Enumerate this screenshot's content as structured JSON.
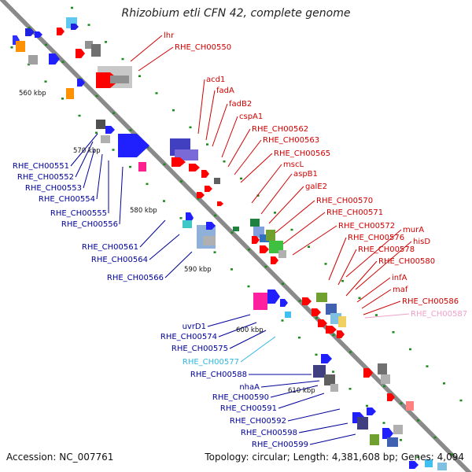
{
  "title": "Rhizobium etli CFN 42, complete genome",
  "accession_text": "Accession: NC_007761",
  "summary_text": "Topology: circular; Length: 4,381,608 bp; Genes: 4,094",
  "colors": {
    "backbone": "#8a8a8a",
    "forward_label": "#d00000",
    "reverse_label": "#00009a",
    "cyan_label": "#30b8e0",
    "pink_label": "#f0a0c8",
    "tick": "#1a8a1a"
  },
  "kbp_marks": [
    "560 kbp",
    "570 kbp",
    "580 kbp",
    "590 kbp",
    "600 kbp",
    "610 kbp"
  ],
  "right_labels": [
    {
      "text": "lhr",
      "color": "red"
    },
    {
      "text": "RHE_CH00550",
      "color": "red"
    },
    {
      "text": "acd1",
      "color": "red"
    },
    {
      "text": "fadA",
      "color": "red"
    },
    {
      "text": "fadB2",
      "color": "red"
    },
    {
      "text": "cspA1",
      "color": "red"
    },
    {
      "text": "RHE_CH00562",
      "color": "red"
    },
    {
      "text": "RHE_CH00563",
      "color": "red"
    },
    {
      "text": "RHE_CH00565",
      "color": "red"
    },
    {
      "text": "mscL",
      "color": "red"
    },
    {
      "text": "aspB1",
      "color": "red"
    },
    {
      "text": "galE2",
      "color": "red"
    },
    {
      "text": "RHE_CH00570",
      "color": "red"
    },
    {
      "text": "RHE_CH00571",
      "color": "red"
    },
    {
      "text": "RHE_CH00572",
      "color": "red"
    },
    {
      "text": "murA",
      "color": "red"
    },
    {
      "text": "RHE_CH00576",
      "color": "red"
    },
    {
      "text": "hisD",
      "color": "red"
    },
    {
      "text": "RHE_CH00578",
      "color": "red"
    },
    {
      "text": "RHE_CH00580",
      "color": "red"
    },
    {
      "text": "infA",
      "color": "red"
    },
    {
      "text": "maf",
      "color": "red"
    },
    {
      "text": "RHE_CH00586",
      "color": "red"
    },
    {
      "text": "RHE_CH00587",
      "color": "pink"
    }
  ],
  "left_labels": [
    {
      "text": "RHE_CH00551",
      "color": "blue"
    },
    {
      "text": "RHE_CH00552",
      "color": "blue"
    },
    {
      "text": "RHE_CH00553",
      "color": "blue"
    },
    {
      "text": "RHE_CH00554",
      "color": "blue"
    },
    {
      "text": "RHE_CH00555",
      "color": "blue"
    },
    {
      "text": "RHE_CH00556",
      "color": "blue"
    },
    {
      "text": "RHE_CH00561",
      "color": "blue"
    },
    {
      "text": "RHE_CH00564",
      "color": "blue"
    },
    {
      "text": "RHE_CH00566",
      "color": "blue"
    },
    {
      "text": "uvrD1",
      "color": "blue"
    },
    {
      "text": "RHE_CH00574",
      "color": "blue"
    },
    {
      "text": "RHE_CH00575",
      "color": "blue"
    },
    {
      "text": "RHE_CH00577",
      "color": "cyan"
    },
    {
      "text": "RHE_CH00588",
      "color": "blue"
    },
    {
      "text": "nhaA",
      "color": "blue"
    },
    {
      "text": "RHE_CH00590",
      "color": "blue"
    },
    {
      "text": "RHE_CH00591",
      "color": "blue"
    },
    {
      "text": "RHE_CH00592",
      "color": "blue"
    },
    {
      "text": "RHE_CH00598",
      "color": "blue"
    },
    {
      "text": "RHE_CH00599",
      "color": "blue"
    }
  ]
}
